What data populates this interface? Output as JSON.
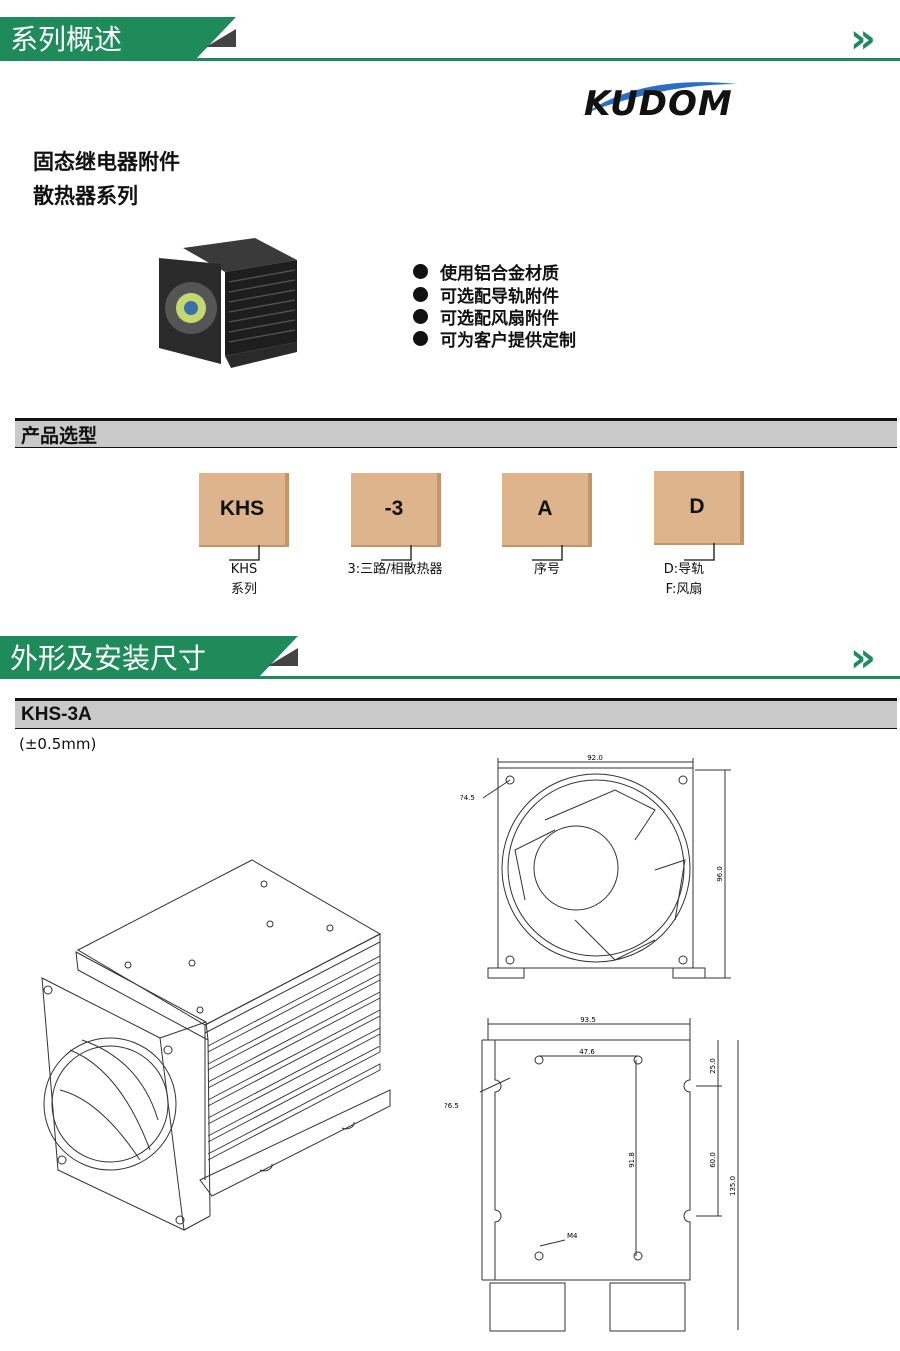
{
  "overview": {
    "title": "系列概述",
    "chevrons": "»"
  },
  "logo": {
    "text": "KUDOM"
  },
  "heading": {
    "line1": "固态继电器附件",
    "line2": "散热器系列"
  },
  "features": [
    "使用铝合金材质",
    "可选配导轨附件",
    "可选配风扇附件",
    "可为客户提供定制"
  ],
  "selection": {
    "title": "产品选型",
    "boxes": [
      "KHS",
      "-3",
      "A",
      "D"
    ],
    "captions": [
      {
        "line1": "KHS",
        "line2": "系列"
      },
      {
        "line1": "3:三路/相散热器",
        "line2": ""
      },
      {
        "line1": "序号",
        "line2": ""
      },
      {
        "line1": "D:导轨",
        "line2": "F:风扇"
      }
    ]
  },
  "dimensions": {
    "title": "外形及安装尺寸",
    "chevrons": "»"
  },
  "model": {
    "title": "KHS-3A",
    "tolerance": "(±0.5mm)"
  },
  "drawing_front": {
    "width": "92.0",
    "height": "96.0",
    "hole": "?4.5"
  },
  "drawing_bottom": {
    "width": "93.5",
    "spacing": "47.6",
    "vertical": "91.8",
    "top": "25.0",
    "middle": "60.0",
    "height": "135.0",
    "hole": "?6.5",
    "screw": "M4"
  },
  "colors": {
    "brand_green": "#1f8a5a",
    "box_fill": "#ddb48c",
    "bar_gray": "#c9c9c9"
  }
}
